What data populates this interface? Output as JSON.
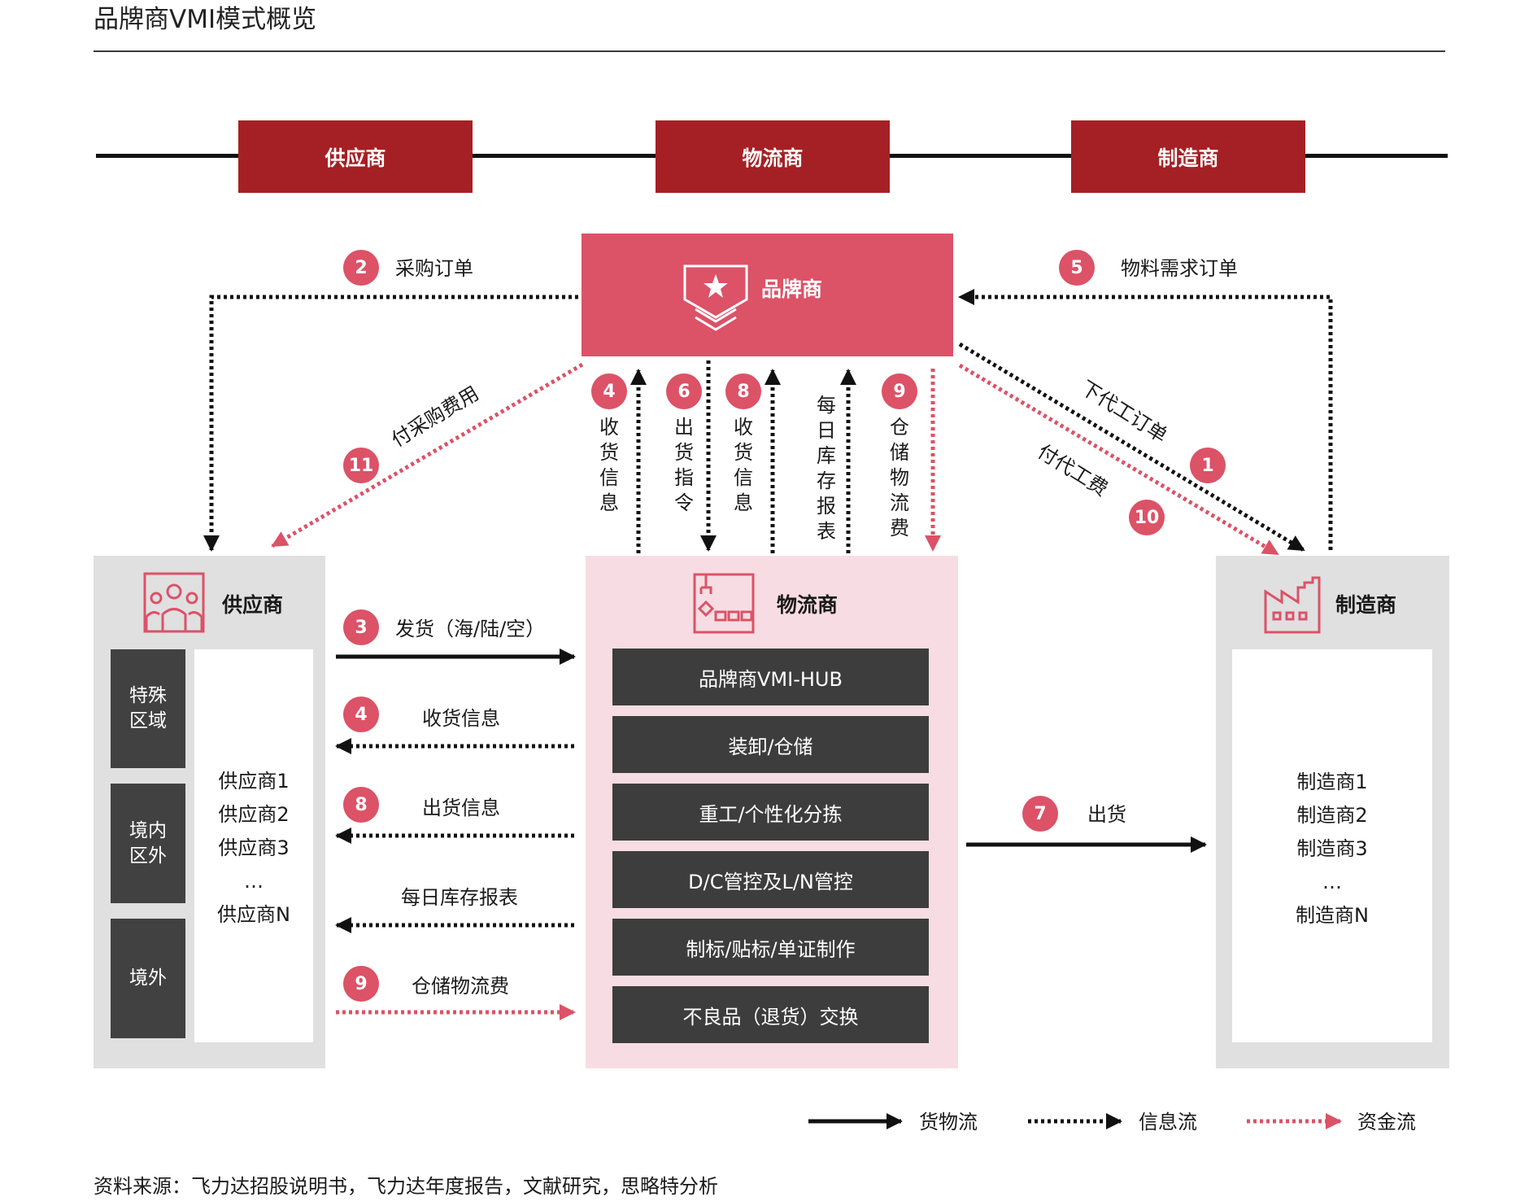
{
  "title": "品牌商VMI模式概览",
  "lanes": [
    "供应商",
    "物流商",
    "制造商"
  ],
  "brand": {
    "label": "品牌商"
  },
  "supplier": {
    "label": "供应商",
    "zones": [
      "特殊\n区域",
      "境内\n区外",
      "境外"
    ],
    "list": [
      "供应商1",
      "供应商2",
      "供应商3",
      "…",
      "供应商N"
    ]
  },
  "logistics": {
    "label": "物流商",
    "services": [
      "品牌商VMI-HUB",
      "装卸/仓储",
      "重工/个性化分拣",
      "D/C管控及L/N管控",
      "制标/贴标/单证制作",
      "不良品（退货）交换"
    ]
  },
  "manufacturer": {
    "label": "制造商",
    "list": [
      "制造商1",
      "制造商2",
      "制造商3",
      "…",
      "制造商N"
    ]
  },
  "flows": {
    "f1": {
      "num": "1",
      "label": "下代工订单"
    },
    "f2": {
      "num": "2",
      "label": "采购订单"
    },
    "f3": {
      "num": "3",
      "label": "发货（海/陆/空）"
    },
    "f4a": {
      "num": "4",
      "label": "收货信息"
    },
    "f4b": {
      "num": "4",
      "label": "收货信息"
    },
    "f5": {
      "num": "5",
      "label": "物料需求订单"
    },
    "f6": {
      "num": "6",
      "label": "出货指令"
    },
    "f7": {
      "num": "7",
      "label": "出货"
    },
    "f8a": {
      "num": "8",
      "label": "收货信息"
    },
    "f8b": {
      "num": "8",
      "label": "出货信息"
    },
    "fdaily_v": {
      "label": "每日库存报表"
    },
    "fdaily_h": {
      "label": "每日库存报表"
    },
    "f9a": {
      "num": "9",
      "label": "仓储物流费"
    },
    "f9b": {
      "num": "9",
      "label": "仓储物流费"
    },
    "f10": {
      "num": "10",
      "label": "付代工费"
    },
    "f11": {
      "num": "11",
      "label": "付采购费用"
    }
  },
  "legend": [
    "货物流",
    "信息流",
    "资金流"
  ],
  "colors": {
    "lane": "#a52024",
    "brand": "#dc5267",
    "money_flow": "#dc5267",
    "info_flow": "#111111",
    "goods_flow": "#111111"
  },
  "icons": [
    "shield-star-icon",
    "people-icon",
    "warehouse-icon",
    "factory-icon"
  ],
  "source": "资料来源：飞力达招股说明书，飞力达年度报告，文献研究，思略特分析"
}
